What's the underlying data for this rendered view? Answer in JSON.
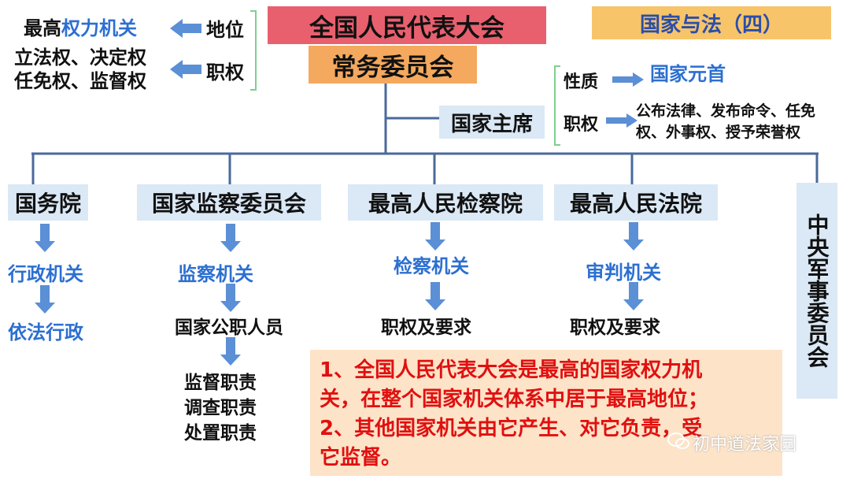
{
  "title_badge": "国家与法（四）",
  "npc": {
    "title": "全国人民代表大会",
    "standing": "常务委员会",
    "status_label": "地位",
    "status_value_prefix": "最高",
    "status_value_highlight": "权力机关",
    "power_label": "职权",
    "power_line1": "立法权、决定权",
    "power_line2": "任免权、监督权"
  },
  "president": {
    "title": "国家主席",
    "nature_label": "性质",
    "nature_value": "国家元首",
    "power_label": "职权",
    "power_line1": "公布法律、发布命令、任免",
    "power_line2": "权、外事权、授予荣誉权"
  },
  "organs": [
    {
      "name": "国务院",
      "type": "行政机关",
      "next": "依法行政"
    },
    {
      "name": "国家监察委员会",
      "type": "监察机关",
      "next": "国家公职人员",
      "duties": [
        "监督职责",
        "调查职责",
        "处置职责"
      ]
    },
    {
      "name": "最高人民检察院",
      "type": "检察机关",
      "next": "职权及要求"
    },
    {
      "name": "最高人民法院",
      "type": "审判机关",
      "next": "职权及要求"
    }
  ],
  "military": {
    "name": "中央军事委员会"
  },
  "note": {
    "line1": "1、全国人民代表大会是最高的国家权力机",
    "line2": "关，在整个国家机关体系中居于最高地位；",
    "line3": "2、其他国家机关由它产生、对它负责，受",
    "line4": "它监督。"
  },
  "watermark": "初中道法家园",
  "colors": {
    "accent_blue": "#2c6fd1",
    "arrow_blue": "#5b8fd6",
    "line_blue": "#4a6a9a",
    "note_red": "#e01010"
  }
}
